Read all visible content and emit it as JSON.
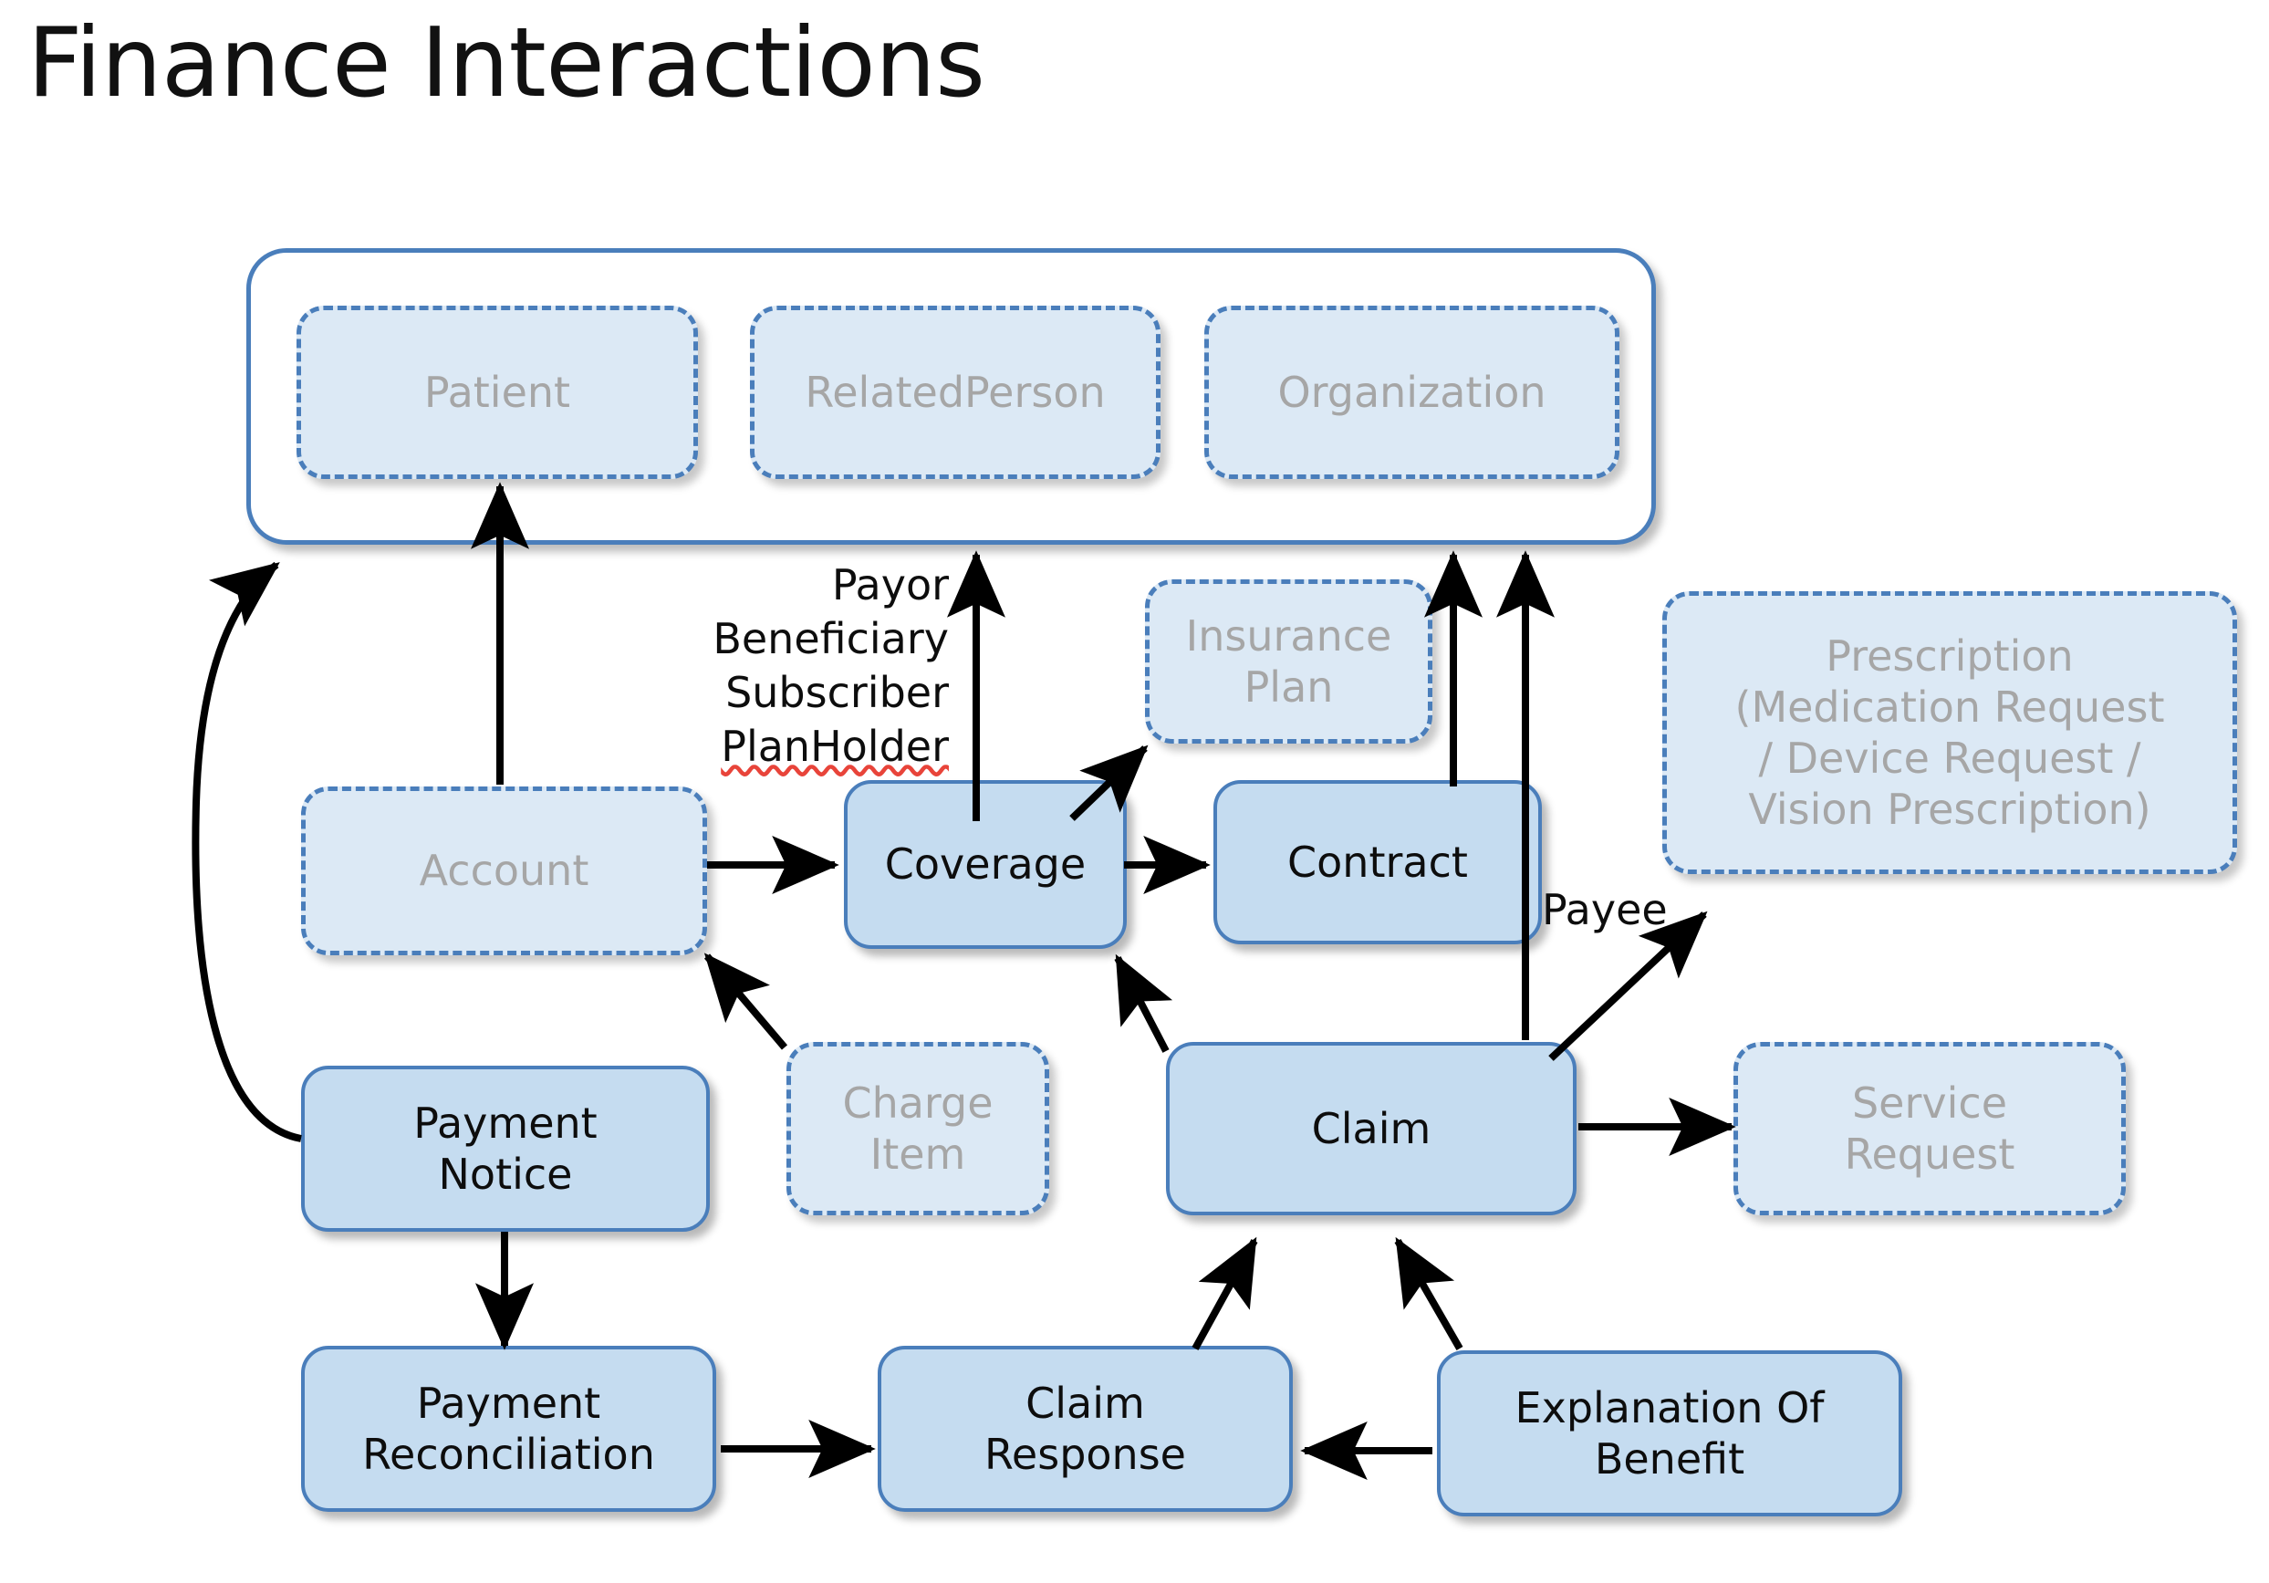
{
  "title": "Finance Interactions",
  "colors": {
    "solid_fill": "#c5dcf0",
    "dashed_fill": "#dce9f5",
    "border": "#4a7ebb",
    "dashed_text": "#a6a6a6",
    "solid_text": "#0d0d0d",
    "arrow": "#000000",
    "background": "#ffffff"
  },
  "actor_group": {
    "name": "actor-group",
    "members": [
      {
        "id": "patient",
        "label": "Patient",
        "style": "dashed"
      },
      {
        "id": "relatedperson",
        "label": "RelatedPerson",
        "style": "dashed"
      },
      {
        "id": "organization",
        "label": "Organization",
        "style": "dashed"
      }
    ]
  },
  "nodes": [
    {
      "id": "account",
      "label": "Account",
      "style": "dashed"
    },
    {
      "id": "coverage",
      "label": "Coverage",
      "style": "solid"
    },
    {
      "id": "insurance-plan",
      "label": "Insurance\nPlan",
      "style": "dashed"
    },
    {
      "id": "contract",
      "label": "Contract",
      "style": "solid"
    },
    {
      "id": "prescription",
      "label": "Prescription\n(Medication Request\n/ Device Request /\nVision Prescription)",
      "style": "dashed"
    },
    {
      "id": "payment-notice",
      "label": "Payment\nNotice",
      "style": "solid"
    },
    {
      "id": "charge-item",
      "label": "Charge\nItem",
      "style": "dashed"
    },
    {
      "id": "claim",
      "label": "Claim",
      "style": "solid"
    },
    {
      "id": "service-request",
      "label": "Service\nRequest",
      "style": "dashed"
    },
    {
      "id": "payment-reconciliation",
      "label": "Payment\nReconciliation",
      "style": "solid"
    },
    {
      "id": "claim-response",
      "label": "Claim\nResponse",
      "style": "solid"
    },
    {
      "id": "explanation-of-benefit",
      "label": "Explanation Of\nBenefit",
      "style": "solid"
    }
  ],
  "edge_labels": {
    "coverage_roles": {
      "line1": "Payor",
      "line2": "Beneficiary",
      "line3": "Subscriber",
      "line4": "PlanHolder"
    },
    "payee": "Payee"
  },
  "edges": [
    {
      "from": "account",
      "to": "patient",
      "label": ""
    },
    {
      "from": "account",
      "to": "coverage",
      "label": ""
    },
    {
      "from": "coverage",
      "to": "actor-group",
      "label": "Payor Beneficiary Subscriber PlanHolder"
    },
    {
      "from": "coverage",
      "to": "insurance-plan",
      "label": ""
    },
    {
      "from": "coverage",
      "to": "contract",
      "label": ""
    },
    {
      "from": "contract",
      "to": "actor-group",
      "label": ""
    },
    {
      "from": "claim",
      "to": "actor-group",
      "label": ""
    },
    {
      "from": "claim",
      "to": "coverage",
      "label": ""
    },
    {
      "from": "claim",
      "to": "prescription",
      "label": "Payee"
    },
    {
      "from": "claim",
      "to": "service-request",
      "label": ""
    },
    {
      "from": "charge-item",
      "to": "account",
      "label": ""
    },
    {
      "from": "payment-notice",
      "to": "actor-group",
      "label": ""
    },
    {
      "from": "payment-notice",
      "to": "payment-reconciliation",
      "label": ""
    },
    {
      "from": "payment-reconciliation",
      "to": "claim-response",
      "label": ""
    },
    {
      "from": "explanation-of-benefit",
      "to": "claim-response",
      "label": ""
    },
    {
      "from": "explanation-of-benefit",
      "to": "claim",
      "label": ""
    },
    {
      "from": "claim-response",
      "to": "claim",
      "label": ""
    }
  ]
}
